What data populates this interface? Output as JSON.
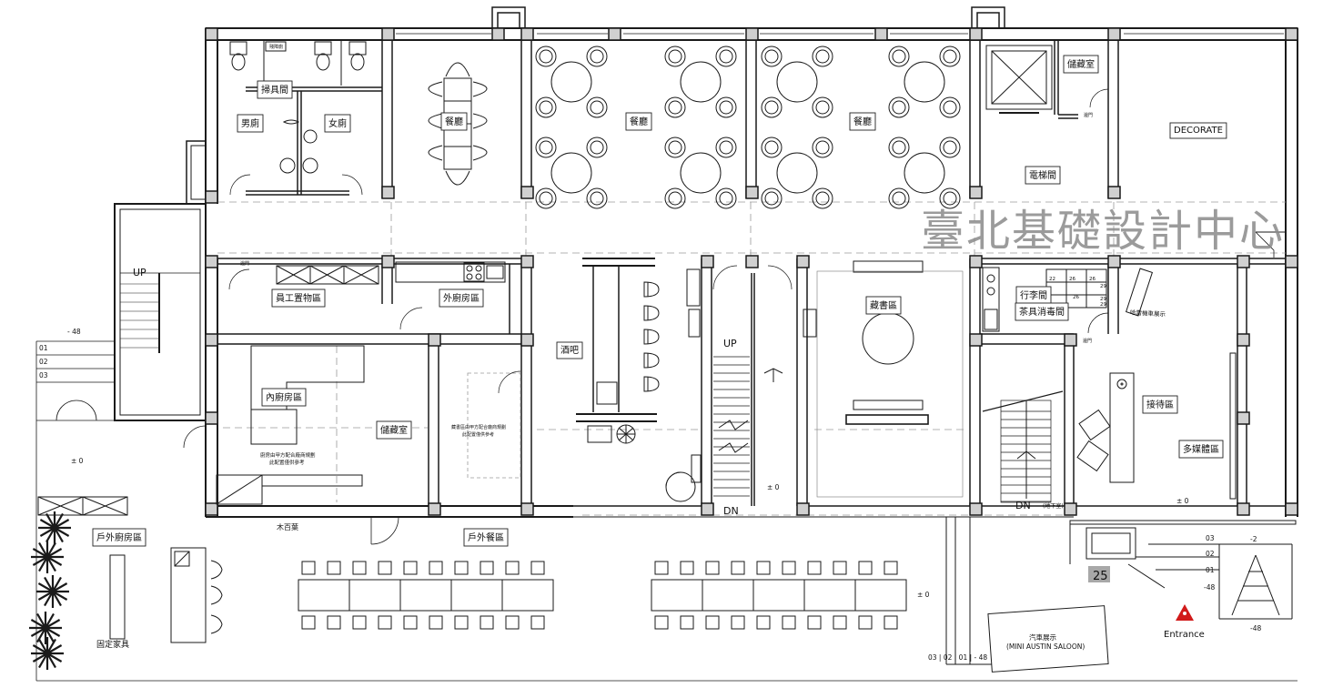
{
  "rooms": {
    "mens_restroom": "男廁",
    "womens_restroom": "女廁",
    "janitor_room": "掃具間",
    "accessible_sign": "殘障廁",
    "dining_west": "餐廳",
    "dining_center": "餐廳",
    "dining_east": "餐廳",
    "storage_north": "儲藏室",
    "elevator_hall": "電梯間",
    "decorate": "DECORATE",
    "staff_storage": "員工置物區",
    "outer_kitchen": "外廚房區",
    "inner_kitchen": "內廚房區",
    "storage_south": "儲藏室",
    "bar": "酒吧",
    "library": "藏書區",
    "luggage_room": "行李間",
    "tea_room": "茶具消毒間",
    "reception": "接待區",
    "multimedia": "多媒體區",
    "outdoor_kitchen": "戶外廚房區",
    "outdoor_dining": "戶外餐區",
    "fixed_furniture": "固定家具",
    "car_display": "汽車展示",
    "car_model": "(MINI AUSTIN SALOON)",
    "moto_display": "哈雷機車展示"
  },
  "notes": {
    "kitchen_equipment": "廚房由甲方配合廠商規劃",
    "kitchen_equipment_2": "此配置僅供參考",
    "bar_equipment": "藏書區由甲方配合廠商規劃",
    "bar_equipment_2": "此配置僅供參考",
    "shutter": "木百葉",
    "side_door_1": "邊門",
    "side_door_2": "邊門",
    "side_door_3": "邊門",
    "basement": "(地下室)",
    "entrance": "Entrance",
    "parking_no": "25"
  },
  "stairs": {
    "west_up": "UP",
    "center_up": "UP",
    "center_dn": "DN",
    "east_dn": "DN"
  },
  "levels": {
    "west_top": "- 48",
    "west_01": "01",
    "west_02": "02",
    "west_03": "03",
    "west_zero": "± 0",
    "center_zero": "± 0",
    "east_zero": "± 0",
    "outdoor_zero": "± 0",
    "east_03": "03",
    "east_02": "02",
    "east_01": "01",
    "east_m48": "-48",
    "east_m2": "-2",
    "entry_m48": "-48",
    "south_steps": "03 | 02 | 01 | - 48"
  },
  "luggage_tags": [
    "22",
    "26",
    "26",
    "29",
    "29",
    "26",
    "29"
  ],
  "watermark": "臺北基礎設計中心",
  "colors": {
    "wall": "#1a1a1a",
    "column_fill": "#d0d0d0",
    "line": "#222222",
    "hidden": "#9a9a9a",
    "entrance_red": "#d11a1a"
  }
}
